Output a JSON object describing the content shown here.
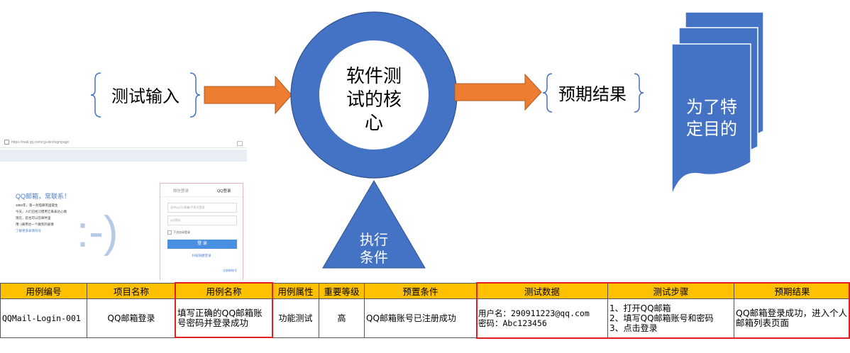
{
  "diagram": {
    "input_label": "测试输入",
    "core_lines": [
      "软件测",
      "试的核",
      "心"
    ],
    "condition_lines": [
      "执行",
      "条件"
    ],
    "expected_label": "预期结果",
    "purpose_lines": [
      "为了特",
      "定目的"
    ]
  },
  "browser": {
    "url": "https://mail.qq.com/cgi-bin/loginpage",
    "slogan": "QQ邮箱，常联系！",
    "intro_lines": [
      "1982年，第一封电邮英国诞生",
      "今天，人们已经习惯用它来表达心情",
      "现在，您也可以在邮件里",
      "用:-)来传达一个微笑的表情"
    ],
    "intro_link": "了解更多表情符号",
    "emoticon": ":-)",
    "tab_wechat": "微信登录",
    "tab_qq": "QQ登录",
    "account_placeholder": "支持QQ号/邮箱/手机号登录",
    "password_placeholder": "QQ密码",
    "remember_label": "下次自动登录",
    "login_button": "登 录",
    "wechat_login": "扫描快捷登录",
    "register_link": "注册新帐号"
  },
  "table": {
    "headers": [
      "用例编号",
      "项目名称",
      "用例名称",
      "用例属性",
      "重要等级",
      "预置条件",
      "测试数据",
      "测试步骤",
      "预期结果"
    ],
    "row": {
      "id": "QQMail-Login-001",
      "project": "QQ邮箱登录",
      "case_name": "填写正确的QQ邮箱账号密码并登录成功",
      "attribute": "功能测试",
      "priority": "高",
      "precondition": "QQ邮箱账号已注册成功",
      "data_lines": [
        "用户名：290911223@qq.com",
        "密码：Abc123456"
      ],
      "step_lines": [
        "1、打开QQ邮箱",
        "2、填写QQ邮箱账号和密码",
        "3、点击登录"
      ],
      "expected": "QQ邮箱登录成功，进入个人邮箱列表页面"
    }
  },
  "colors": {
    "blue": "#4472c4",
    "orange": "#ed7d31",
    "header_fill": "#ffc000",
    "highlight": "#e02020"
  }
}
